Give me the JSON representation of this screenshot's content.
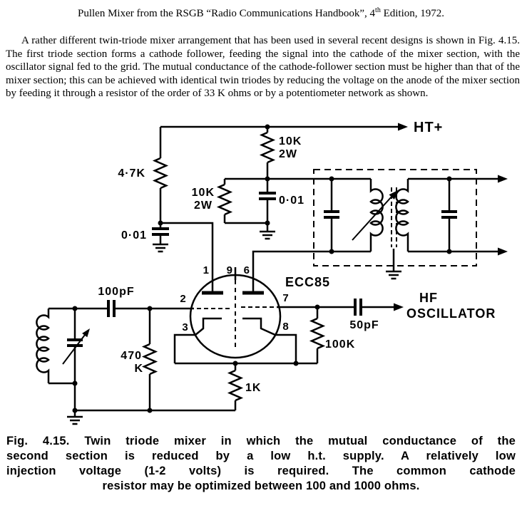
{
  "title": {
    "before_sup": "Pullen Mixer from the RSGB “Radio Communications Handbook”, 4",
    "sup": "th",
    "after_sup": " Edition, 1972."
  },
  "body_paragraph": "A rather different twin-triode mixer arrangement that has been used in several recent designs is shown in Fig. 4.15. The first triode section forms a cathode follower, feeding the signal into the cathode of the mixer section, with the oscillator signal fed to the grid. The mutual conductance of the cathode-follower section must be higher than that of the mixer section; this can be achieved with identical twin triodes by reducing the voltage on the anode of the mixer section by feeding it through a resistor of the order of 33 K ohms or by a potentiometer network as shown.",
  "figure_caption": {
    "lines": [
      "Fig. 4.15. Twin triode mixer in which the mutual conductance of the",
      "second section is reduced by a low h.t. supply.  A relatively low",
      "injection voltage (1-2 volts) is required.  The common cathode",
      "resistor may be optimized between 100 and 1000 ohms."
    ]
  },
  "schematic": {
    "supply_label": "HT+",
    "anode_feed_resistor_top": {
      "value": "10K",
      "wattage": "2W"
    },
    "anode_feed_resistor_bottom": {
      "value": "10K",
      "wattage": "2W"
    },
    "follower_anode_resistor": "4·7K",
    "anode_decoupling_cap": "0·01",
    "follower_decoupling_cap": "0·01",
    "input_coupling_cap": "100pF",
    "osc_coupling_cap": "50pF",
    "osc_grid_resistor": "100K",
    "input_grid_resistor": {
      "line1": "470",
      "line2": "K"
    },
    "cathode_resistor": "1K",
    "tube_type": "ECC85",
    "pins": {
      "anode1": "1",
      "shield": "9",
      "anode2": "6",
      "grid1": "2",
      "grid2": "7",
      "cathode1": "3",
      "cathode2": "8"
    },
    "oscillator": {
      "line1": "HF",
      "line2": "OSCILLATOR"
    },
    "colors": {
      "ink": "#000000",
      "paper": "#ffffff"
    }
  }
}
